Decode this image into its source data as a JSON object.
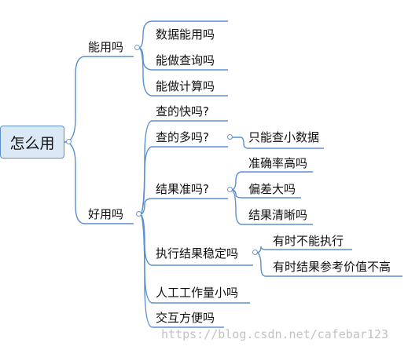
{
  "root": {
    "label": "怎么用"
  },
  "branches": [
    {
      "label": "能用吗",
      "children": [
        {
          "label": "数据能用吗"
        },
        {
          "label": "能做查询吗"
        },
        {
          "label": "能做计算吗"
        }
      ]
    },
    {
      "label": "好用吗",
      "children": [
        {
          "label": "查的快吗?"
        },
        {
          "label": "查的多吗?",
          "children": [
            {
              "label": "只能查小数据"
            }
          ]
        },
        {
          "label": "结果准吗?",
          "children": [
            {
              "label": "准确率高吗"
            },
            {
              "label": "偏差大吗"
            },
            {
              "label": "结果清晰吗"
            }
          ]
        },
        {
          "label": "执行结果稳定吗",
          "children": [
            {
              "label": "有时不能执行"
            },
            {
              "label": "有时结果参考价值不高"
            }
          ]
        },
        {
          "label": "人工工作量小吗"
        },
        {
          "label": "交互方便吗"
        }
      ]
    }
  ],
  "watermark": "https://blog.csdn.net/cafebar123",
  "colors": {
    "line": "#5b8fcf",
    "root_fill": "#dbe8f6"
  }
}
